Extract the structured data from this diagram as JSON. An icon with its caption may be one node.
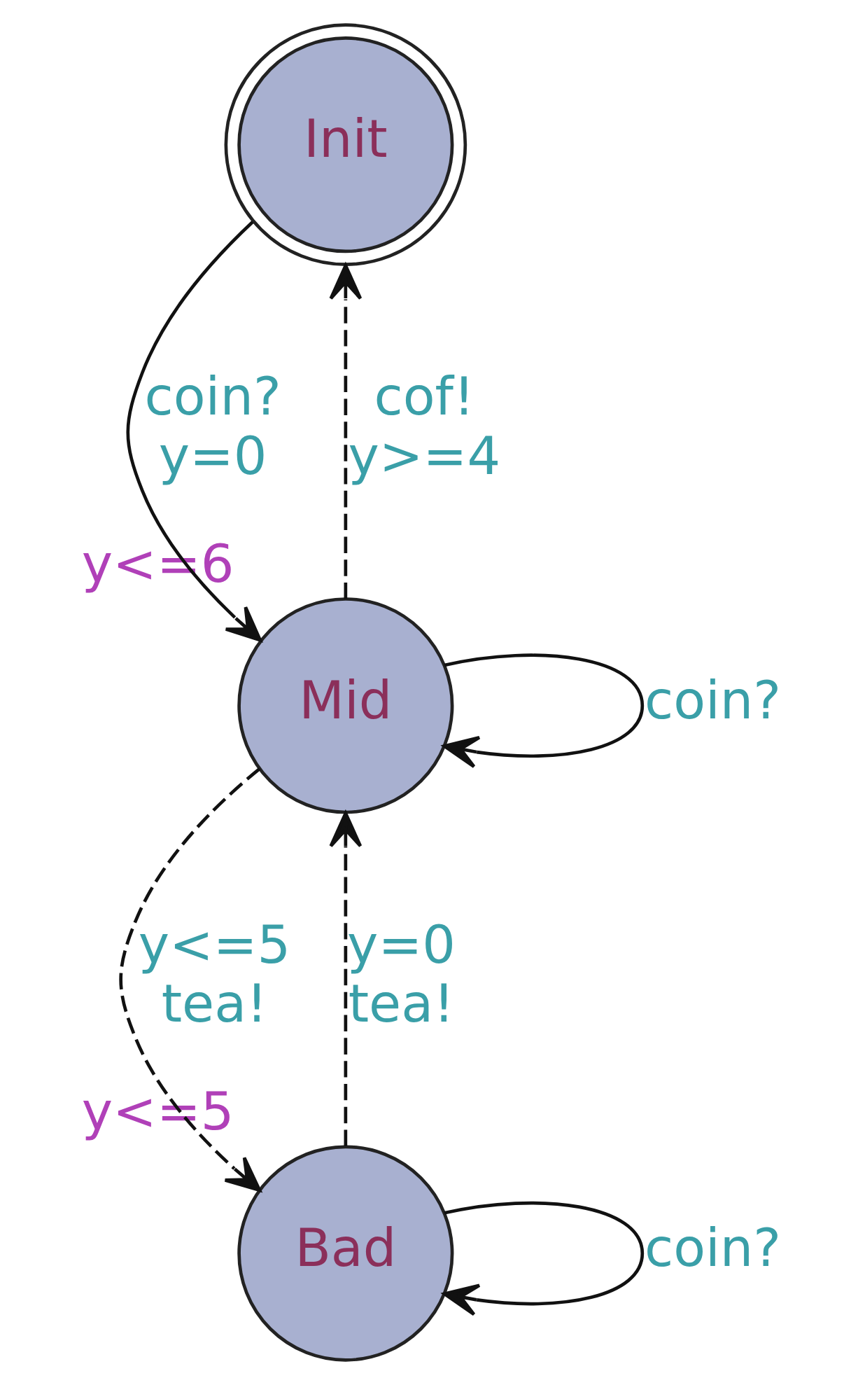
{
  "diagram": {
    "nodes": [
      {
        "text": [
          "Init"
        ]
      },
      {
        "text": [
          "Mid"
        ],
        "beside": [
          "y<=6"
        ]
      },
      {
        "text": [
          "Bad"
        ],
        "beside": [
          "y<=5"
        ]
      }
    ],
    "edges": [
      {
        "from": 0,
        "to": 1,
        "arrow": "to",
        "label": "coin? y=0"
      },
      {
        "from": 1,
        "to": 0,
        "arrow": "to",
        "label": "cof! y>=4",
        "style": "dashed"
      },
      {
        "from": 1,
        "to": 1,
        "arrow": "to",
        "label": "coin?"
      },
      {
        "from": 1,
        "to": 2,
        "arrow": "to",
        "label": "y<=5 tea!",
        "style": "dashed"
      },
      {
        "from": 2,
        "to": 1,
        "arrow": "to",
        "label": "y=0 tea!",
        "style": "dashed"
      },
      {
        "from": 2,
        "to": 2,
        "arrow": "to",
        "label": "coin?"
      }
    ]
  }
}
